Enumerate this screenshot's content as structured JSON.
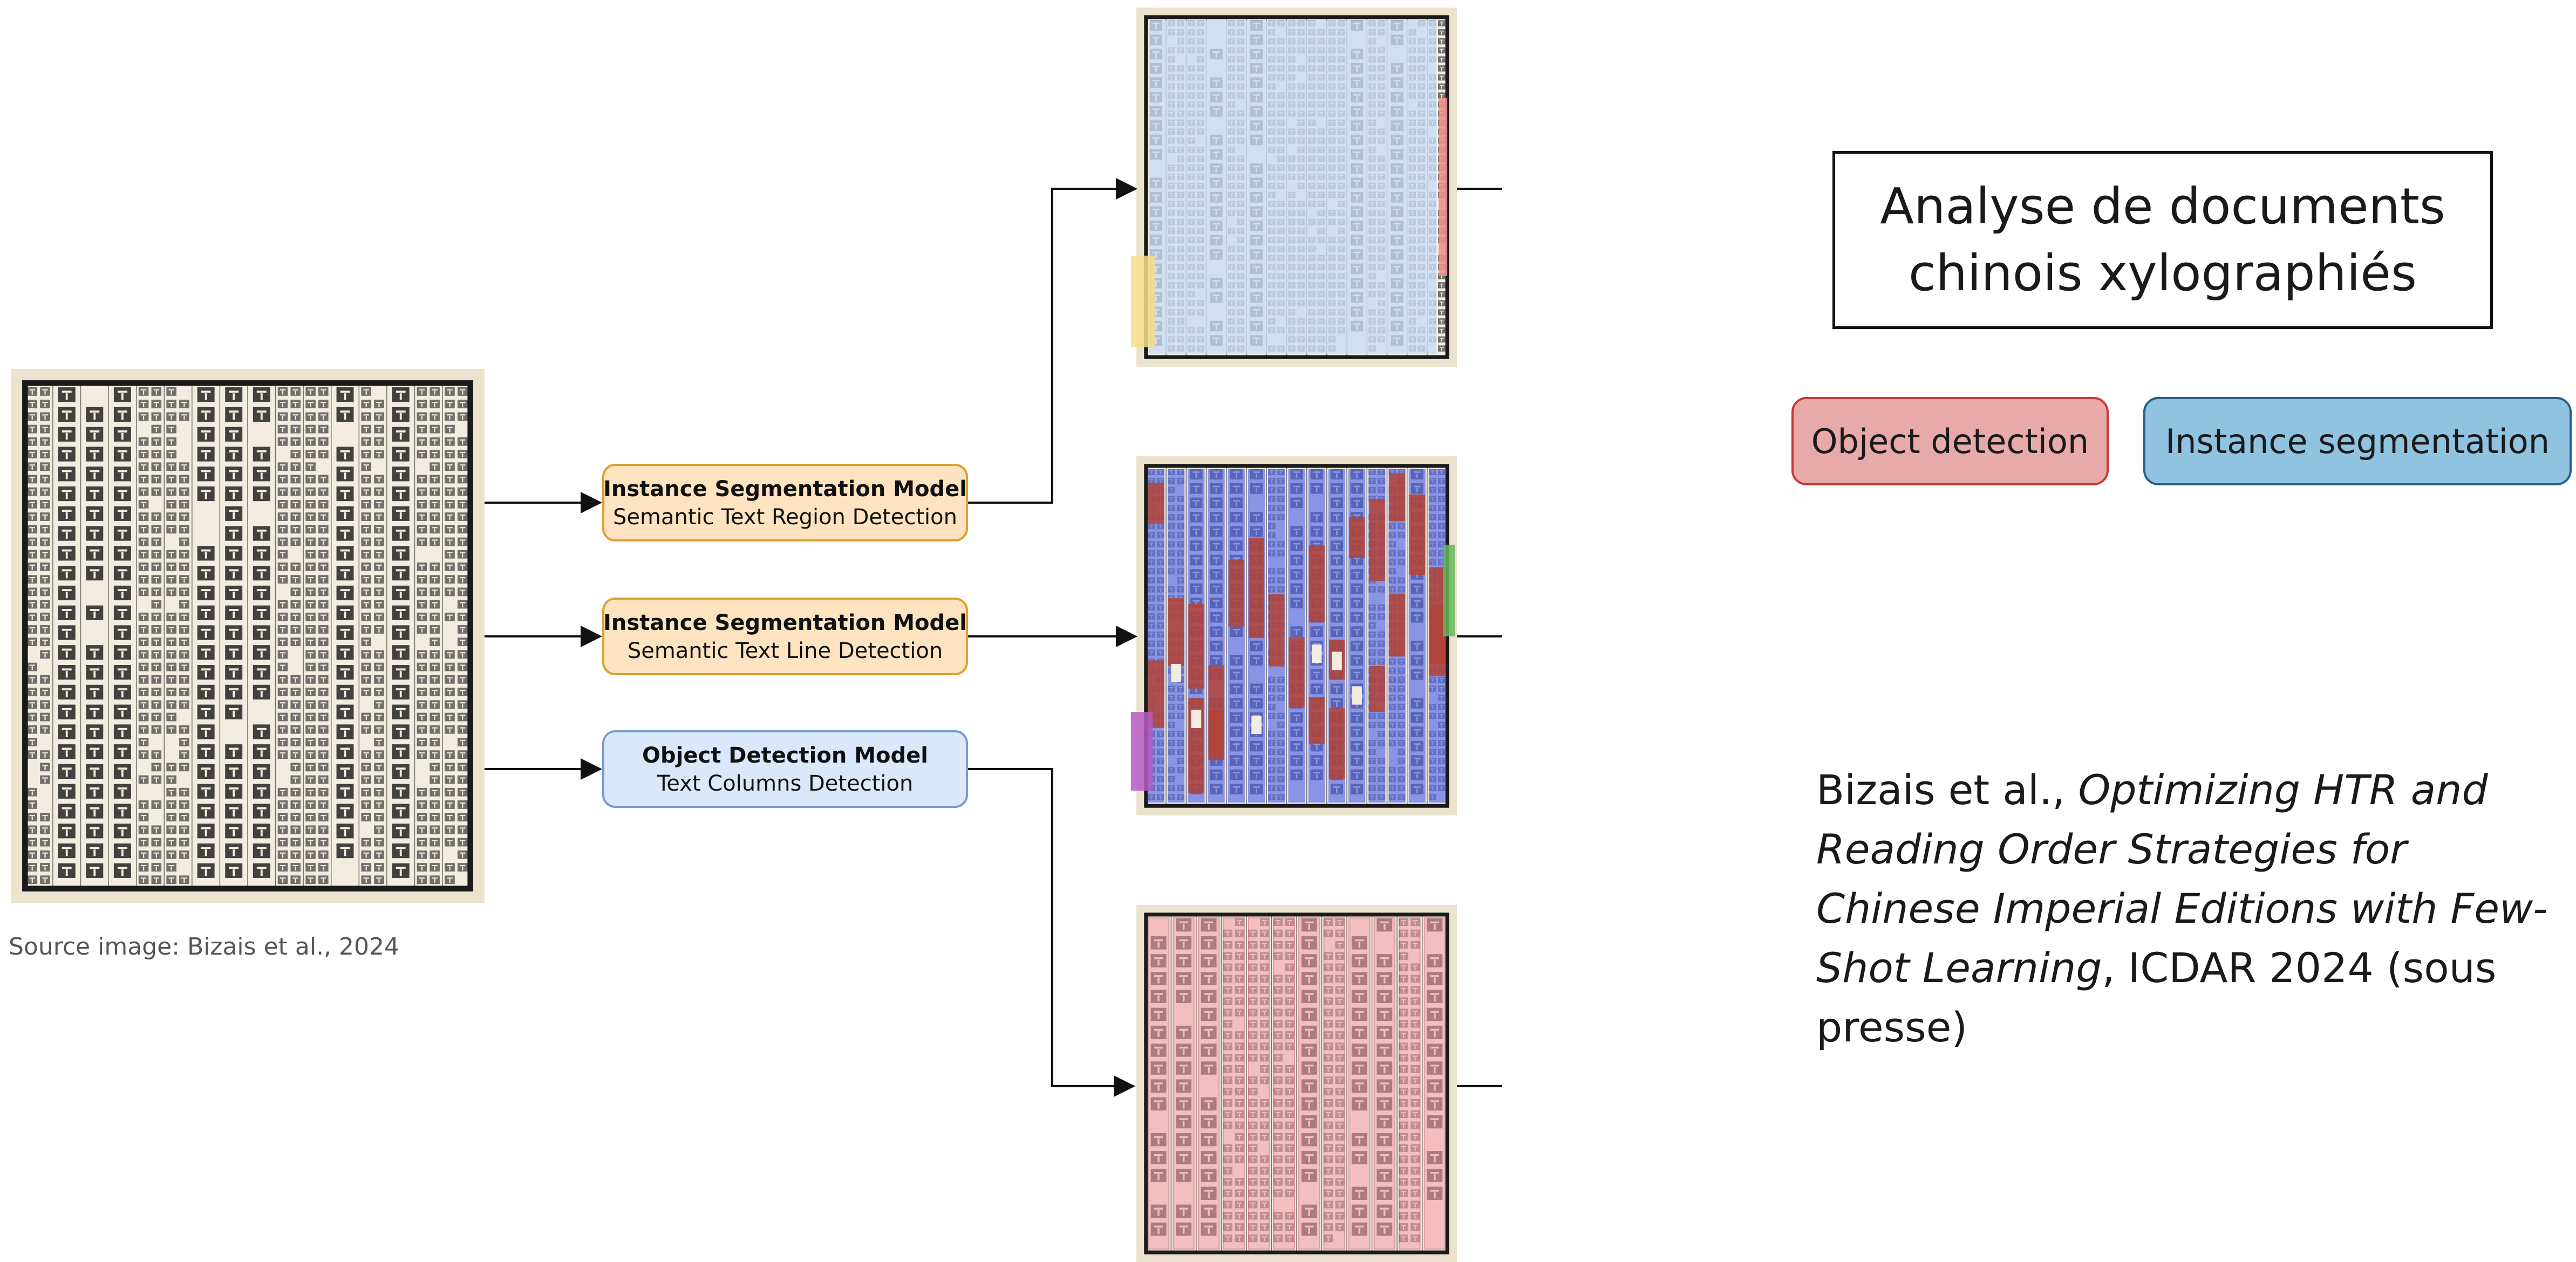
{
  "source_caption": "Source image: Bizais et al., 2024",
  "models": [
    {
      "title": "Instance Segmentation Model",
      "subtitle": "Semantic Text Region Detection",
      "kind": "instance"
    },
    {
      "title": "Instance Segmentation Model",
      "subtitle": "Semantic Text Line Detection",
      "kind": "instance"
    },
    {
      "title": "Object Detection Model",
      "subtitle": "Text Columns Detection",
      "kind": "object"
    }
  ],
  "title_box": {
    "line1": "Analyse de documents",
    "line2": "chinois xylographiés"
  },
  "legend": {
    "object_detection": "Object detection",
    "instance_segmentation": "Instance segmentation"
  },
  "citation": {
    "authors": "Bizais et al., ",
    "title": "Optimizing HTR and Reading Order Strategies for Chinese Imperial Editions with Few-Shot Learning",
    "venue": ", ICDAR 2024 (sous presse)"
  },
  "colors": {
    "instance_fill": "#fde3c0",
    "instance_border": "#e0a030",
    "object_fill": "#dae8fb",
    "object_border": "#7a9ccc",
    "page_paper": "#ece3cf",
    "ink": "#1b1b1b",
    "region_overlay": "#c9dcf5",
    "line_blue": "#5f72e6",
    "line_red": "#b2443a",
    "column_pink": "#f2a2a8",
    "od_fill": "#e8aaa8",
    "od_border": "#c93838",
    "is_fill": "#8fc3e0",
    "is_border": "#2c5d86"
  },
  "icons": [
    "arrow-right-icon",
    "document-page-image"
  ]
}
